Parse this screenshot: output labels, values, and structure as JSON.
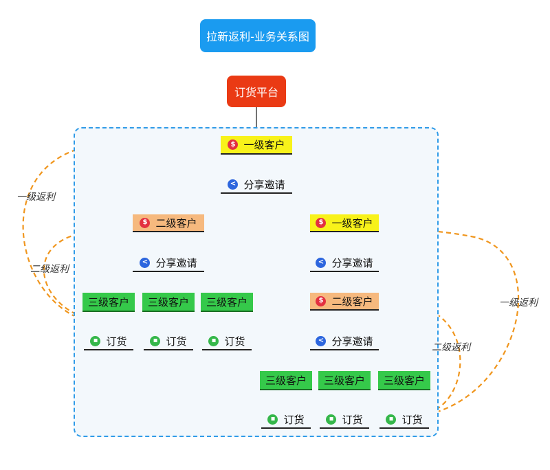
{
  "title": "拉新返利-业务关系图",
  "root": "订货平台",
  "nodes": {
    "level1_top": {
      "label": "一级客户",
      "icon": "coin-icon"
    },
    "share_top": {
      "label": "分享邀请",
      "icon": "share-icon"
    },
    "level2_left": {
      "label": "二级客户",
      "icon": "coin-icon"
    },
    "level1_right": {
      "label": "一级客户",
      "icon": "coin-icon"
    },
    "share_left": {
      "label": "分享邀请",
      "icon": "share-icon"
    },
    "share_right1": {
      "label": "分享邀请",
      "icon": "share-icon"
    },
    "level3_left": [
      "三级客户",
      "三级客户",
      "三级客户"
    ],
    "order_left": [
      "订货",
      "订货",
      "订货"
    ],
    "level2_right": {
      "label": "二级客户",
      "icon": "coin-icon"
    },
    "share_right2": {
      "label": "分享邀请",
      "icon": "share-icon"
    },
    "level3_right": [
      "三级客户",
      "三级客户",
      "三级客户"
    ],
    "order_right": [
      "订货",
      "订货",
      "订货"
    ]
  },
  "rebates": {
    "left_level1": "一级返利",
    "left_level2": "二级返利",
    "right_level1": "一级返利",
    "right_level2": "二级返利"
  },
  "colors": {
    "title_bg": "#1a9bf0",
    "root_bg": "#ea3a14",
    "level1_bg": "#f8f21a",
    "level2_bg": "#f6b97e",
    "level3_bg": "#35c94a",
    "group_border": "#2f9be8",
    "rebate_arrow": "#f0961e"
  }
}
